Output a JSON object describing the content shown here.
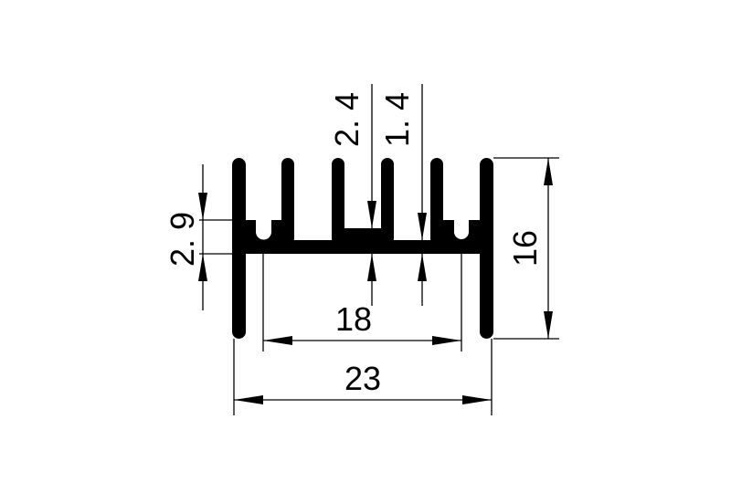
{
  "drawing": {
    "dimensions": {
      "fin_base_thickness": "2. 9",
      "center_slot_depth": "2. 4",
      "fin_thickness": "1. 4",
      "height": "16",
      "inner_width": "18",
      "overall_width": "23"
    },
    "color": "#000000"
  }
}
